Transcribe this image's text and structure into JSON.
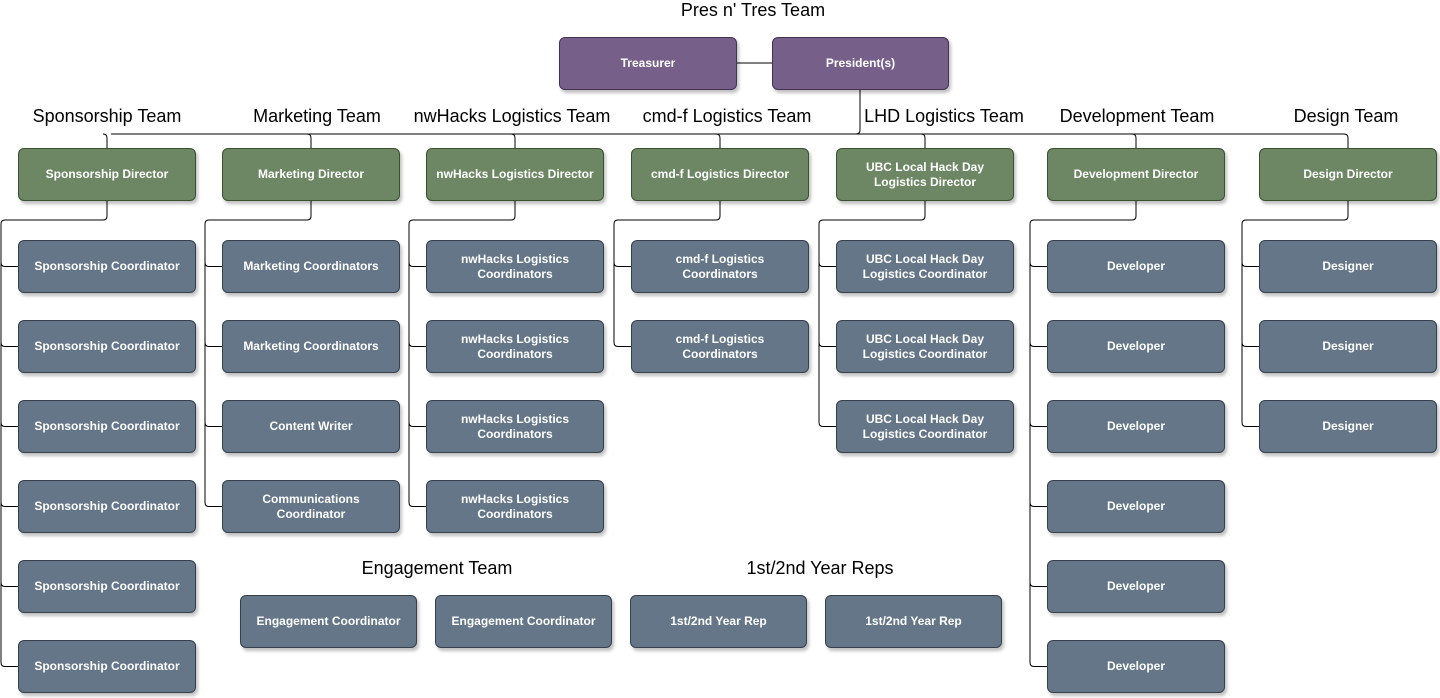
{
  "title": "Pres n' Tres Team",
  "colors": {
    "exec": "#76608a",
    "director": "#6d8764",
    "member": "#647687",
    "line": "#000000"
  },
  "exec": {
    "treasurer": "Treasurer",
    "president": "President(s)"
  },
  "teams": [
    {
      "label": "Sponsorship Team",
      "director": "Sponsorship Director",
      "members": [
        "Sponsorship Coordinator",
        "Sponsorship Coordinator",
        "Sponsorship Coordinator",
        "Sponsorship Coordinator",
        "Sponsorship Coordinator",
        "Sponsorship Coordinator"
      ]
    },
    {
      "label": "Marketing Team",
      "director": "Marketing Director",
      "members": [
        "Marketing Coordinators",
        "Marketing Coordinators",
        "Content Writer",
        "Communications\nCoordinator"
      ]
    },
    {
      "label": "nwHacks Logistics Team",
      "director": "nwHacks Logistics Director",
      "members": [
        "nwHacks Logistics\nCoordinators",
        "nwHacks Logistics\nCoordinators",
        "nwHacks Logistics\nCoordinators",
        "nwHacks Logistics\nCoordinators"
      ]
    },
    {
      "label": "cmd-f Logistics Team",
      "director": "cmd-f Logistics Director",
      "members": [
        "cmd-f Logistics\nCoordinators",
        "cmd-f Logistics\nCoordinators"
      ]
    },
    {
      "label": "LHD Logistics Team",
      "director": "UBC Local Hack Day\nLogistics Director",
      "members": [
        "UBC Local Hack Day\nLogistics Coordinator",
        "UBC Local Hack Day\nLogistics Coordinator",
        "UBC Local Hack Day\nLogistics Coordinator"
      ]
    },
    {
      "label": "Development Team",
      "director": "Development Director",
      "members": [
        "Developer",
        "Developer",
        "Developer",
        "Developer",
        "Developer",
        "Developer"
      ]
    },
    {
      "label": "Design Team",
      "director": "Design Director",
      "members": [
        "Designer",
        "Designer",
        "Designer"
      ]
    }
  ],
  "engagement": {
    "label": "Engagement Team",
    "members": [
      "Engagement Coordinator",
      "Engagement Coordinator"
    ]
  },
  "reps": {
    "label": "1st/2nd Year Reps",
    "members": [
      "1st/2nd Year Rep",
      "1st/2nd Year Rep"
    ]
  }
}
